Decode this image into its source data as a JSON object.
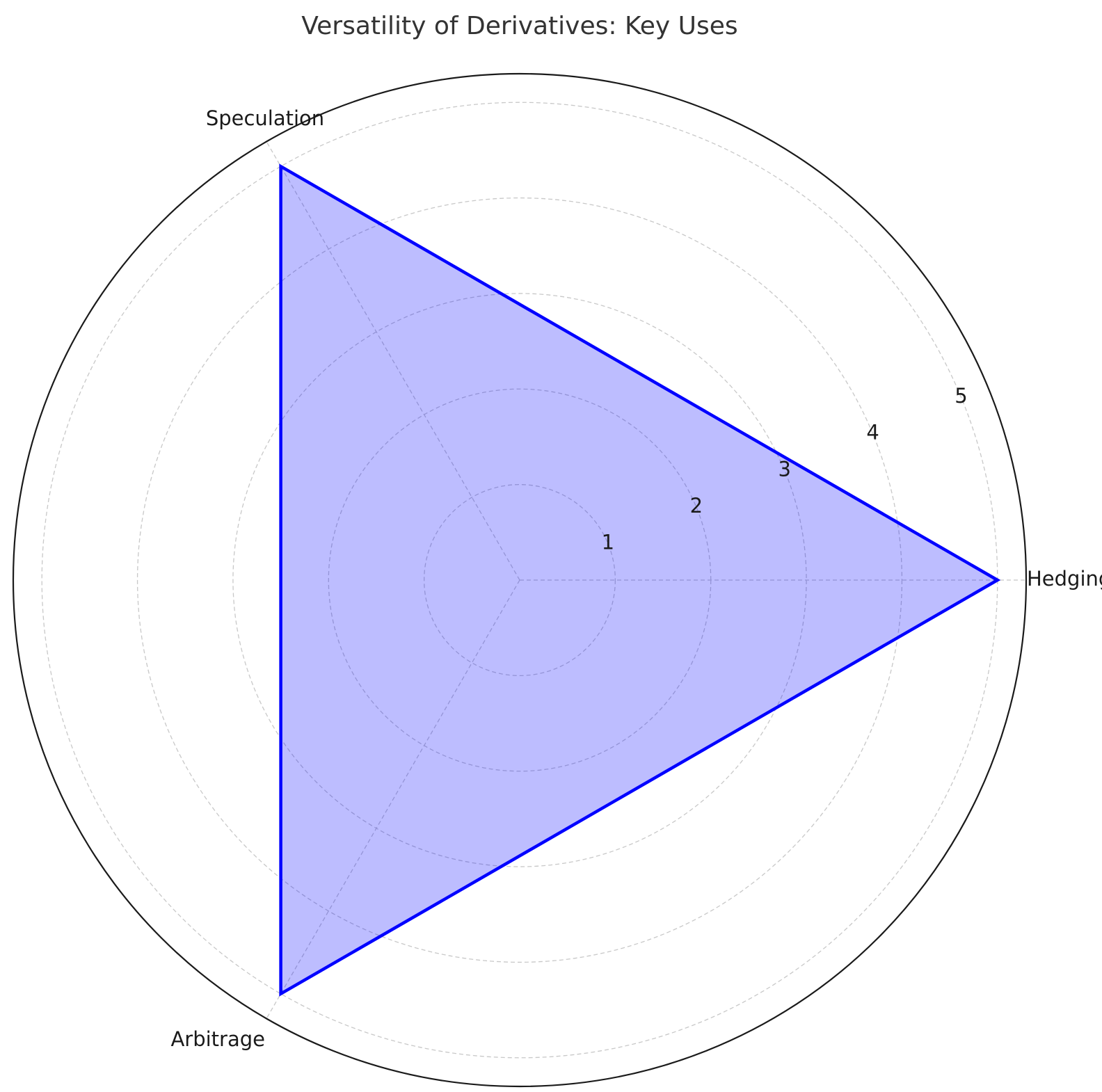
{
  "chart_data": {
    "type": "radar",
    "title": "Versatility of Derivatives: Key Uses",
    "categories": [
      "Hedging",
      "Speculation",
      "Arbitrage"
    ],
    "series": [
      {
        "values": [
          5,
          5,
          5
        ],
        "color": "#0000ff",
        "fill": "#0000ff",
        "fill_opacity": 0.26
      }
    ],
    "rlim": [
      0,
      5.3
    ],
    "r_ticks": [
      1,
      2,
      3,
      4,
      5
    ],
    "r_tick_labels": [
      "1",
      "2",
      "3",
      "4",
      "5"
    ],
    "grid": true,
    "grid_style": "dashed",
    "grid_color": "#c8c8c8",
    "outline_color": "#1a1a1a"
  }
}
